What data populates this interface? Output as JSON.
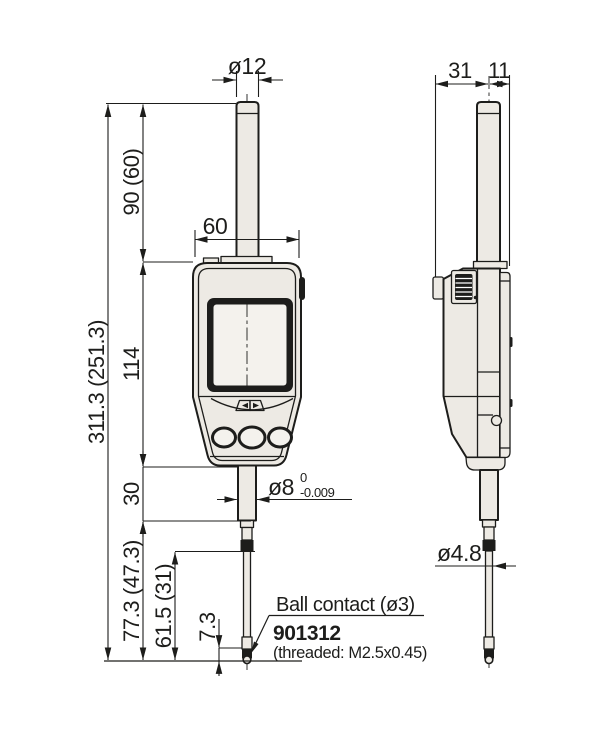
{
  "front_view": {
    "stem_diameter": "ø12",
    "bezel_width": "60",
    "total_length": "311.3 (251.3)",
    "upper_stem_length": "90 (60)",
    "body_height": "114",
    "mount_stem_length": "30",
    "lower_section_length": "77.3 (47.3)",
    "spindle_section_length": "61.5 (31)",
    "contact_point_length": "7.3",
    "mount_stem_diameter": "ø8",
    "mount_stem_tol_upper": "0",
    "mount_stem_tol_lower": "-0.009"
  },
  "side_view": {
    "depth_rear": "31",
    "depth_front": "11",
    "spindle_diameter": "ø4.8"
  },
  "callout": {
    "contact_label": "Ball contact (ø3)",
    "part_number": "901312",
    "thread_spec": "(threaded: M2.5x0.45)"
  },
  "colors": {
    "line": "#1d1d1b",
    "body_fill": "#edeae4",
    "screen_fill": "#f4f2ed",
    "background": "#ffffff"
  }
}
